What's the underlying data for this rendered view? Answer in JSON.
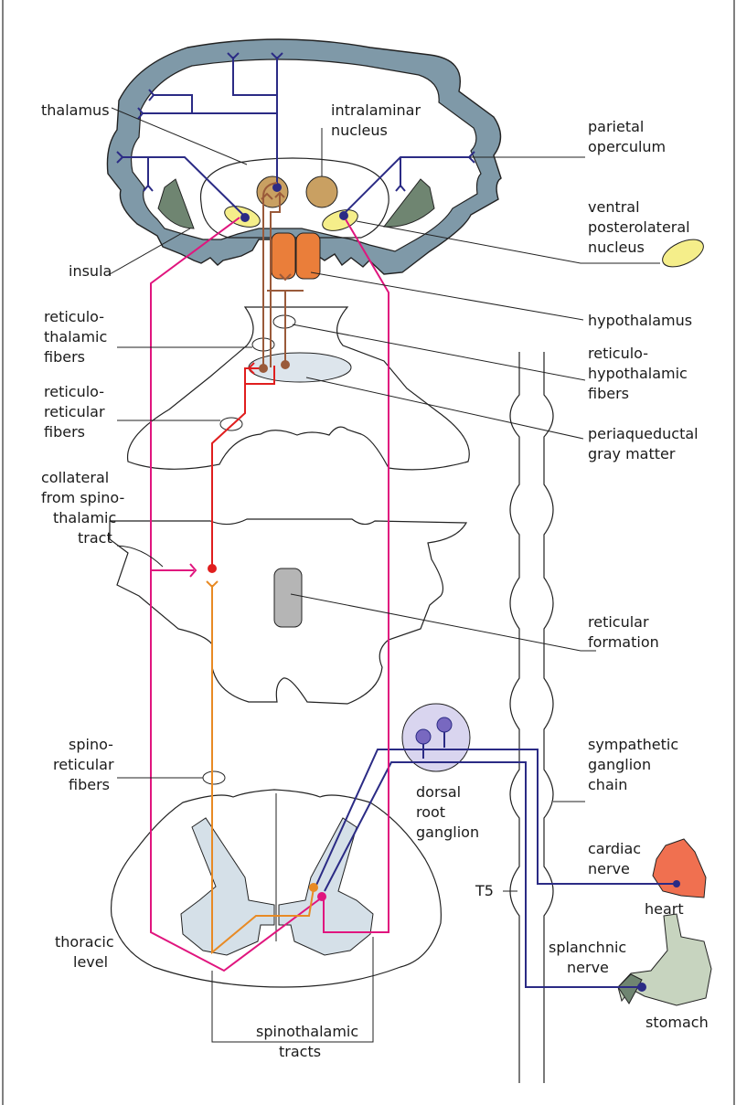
{
  "labels": {
    "thalamus": "thalamus",
    "intralaminar_1": "intralaminar",
    "intralaminar_2": "nucleus",
    "parietal_1": "parietal",
    "parietal_2": "operculum",
    "vpl_1": "ventral",
    "vpl_2": "posterolateral",
    "vpl_3": "nucleus",
    "insula": "insula",
    "rt_1": "reticulo-",
    "rt_2": "thalamic",
    "rt_3": "fibers",
    "hypothalamus": "hypothalamus",
    "rh_1": "reticulo-",
    "rh_2": "hypothalamic",
    "rh_3": "fibers",
    "rr_1": "reticulo-",
    "rr_2": "reticular",
    "rr_3": "fibers",
    "pag_1": "periaqueductal",
    "pag_2": "gray matter",
    "col_1": "collateral",
    "col_2": "from spino-",
    "col_3": "thalamic",
    "col_4": "tract",
    "rf_1": "reticular",
    "rf_2": "formation",
    "sr_1": "spino-",
    "sr_2": "reticular",
    "sr_3": "fibers",
    "sgc_1": "sympathetic",
    "sgc_2": "ganglion",
    "sgc_3": "chain",
    "drg_1": "dorsal",
    "drg_2": "root",
    "drg_3": "ganglion",
    "cn_1": "cardiac",
    "cn_2": "nerve",
    "t5": "T5",
    "heart": "heart",
    "sn_1": "splanchnic",
    "sn_2": "nerve",
    "stomach": "stomach",
    "tl_1": "thoracic",
    "tl_2": "level",
    "st_1": "spinothalamic",
    "st_2": "tracts"
  },
  "colors": {
    "cortex": "#7f99a8",
    "insula": "#6f8571",
    "intralaminar": "#c9a062",
    "vpl": "#f5ee8a",
    "hypothalamus": "#ea7e3a",
    "pag": "#dde5ec",
    "reticular_formation": "#b5b5b5",
    "gray_matter": "#d5e0e8",
    "blue_fiber": "#2b2b85",
    "magenta_fiber": "#e0157e",
    "red_fiber": "#e01e1e",
    "orange_fiber": "#e88a24",
    "brown_fiber": "#9a5a3a",
    "heart": "#f07050",
    "stomach": "#c7d4bf",
    "ganglion": "#d9d5ef"
  }
}
